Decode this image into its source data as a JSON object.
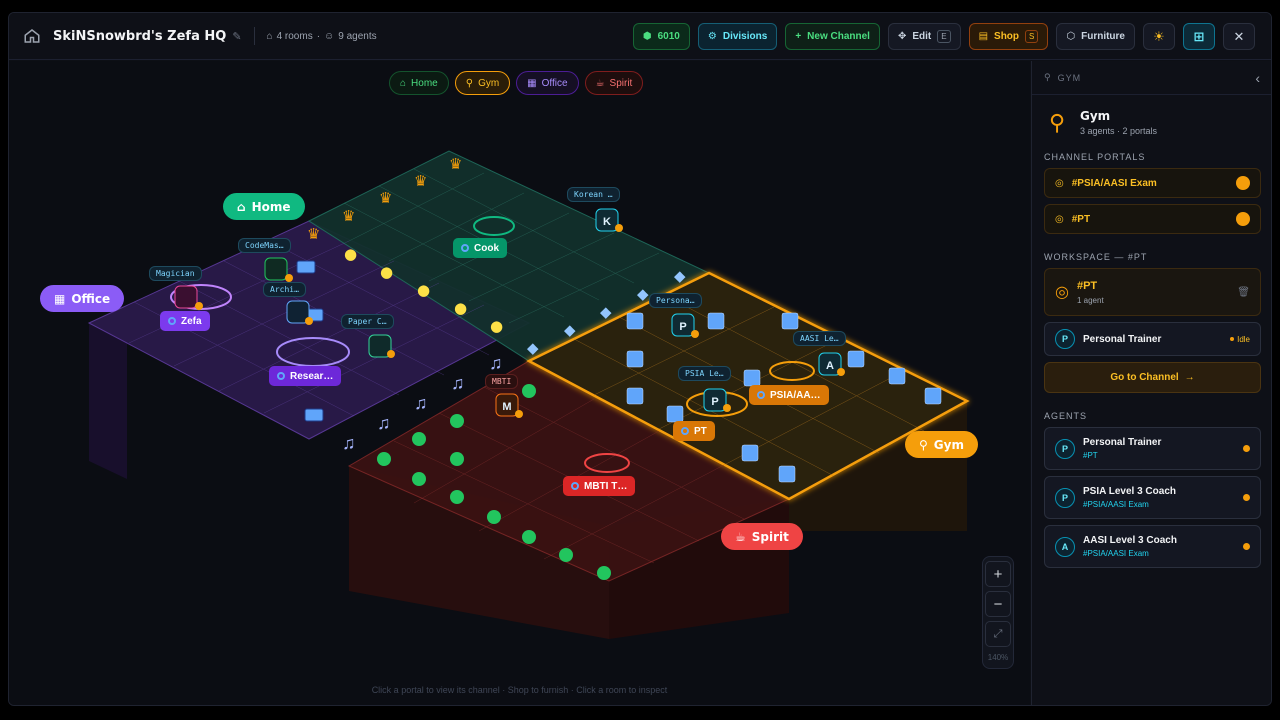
{
  "header": {
    "title": "SkiNSnowbrd's Zefa HQ",
    "rooms": "4 rooms",
    "agents": "9 agents",
    "coins": "6010",
    "divisions": "Divisions",
    "new_channel": "New Channel",
    "edit": "Edit",
    "edit_key": "E",
    "shop": "Shop",
    "shop_key": "S",
    "furniture": "Furniture"
  },
  "room_tabs": [
    {
      "label": "Home"
    },
    {
      "label": "Gym"
    },
    {
      "label": "Office"
    },
    {
      "label": "Spirit"
    }
  ],
  "map": {
    "room_labels": {
      "home": "Home",
      "office": "Office",
      "gym": "Gym",
      "spirit": "Spirit"
    },
    "agent_tags": [
      "Korean …",
      "CodeMas…",
      "Magician",
      "Archi…",
      "Paper C…",
      "Persona…",
      "AASI Le…",
      "PSIA Le…",
      "MBTI"
    ],
    "portals": [
      "Cook",
      "Zefa",
      "Resear…",
      "PSIA/AA…",
      "PT",
      "MBTI T…"
    ],
    "agent_letters": [
      "K",
      "P",
      "A",
      "P",
      "M"
    ],
    "hint": "Click a portal to view its channel · Shop to furnish · Click a room to inspect",
    "zoom_level": "140%",
    "colors": {
      "home": "#10b981",
      "gym": "#f59e0b",
      "office": "#8b5cf6",
      "spirit": "#ef4444"
    }
  },
  "panel": {
    "header": "GYM",
    "room_name": "Gym",
    "room_sub": "3 agents · 2 portals",
    "channel_portals_title": "CHANNEL PORTALS",
    "portals": [
      {
        "name": "#PSIA/AASI Exam"
      },
      {
        "name": "#PT"
      }
    ],
    "workspace_title": "WORKSPACE — #PT",
    "workspace": {
      "name": "#PT",
      "sub": "1 agent"
    },
    "workspace_agent": {
      "letter": "P",
      "name": "Personal Trainer",
      "status": "Idle"
    },
    "goto": "Go to Channel",
    "agents_title": "AGENTS",
    "agents": [
      {
        "letter": "P",
        "name": "Personal Trainer",
        "channel": "#PT"
      },
      {
        "letter": "P",
        "name": "PSIA Level 3 Coach",
        "channel": "#PSIA/AASI Exam"
      },
      {
        "letter": "A",
        "name": "AASI Level 3 Coach",
        "channel": "#PSIA/AASI Exam"
      }
    ]
  }
}
